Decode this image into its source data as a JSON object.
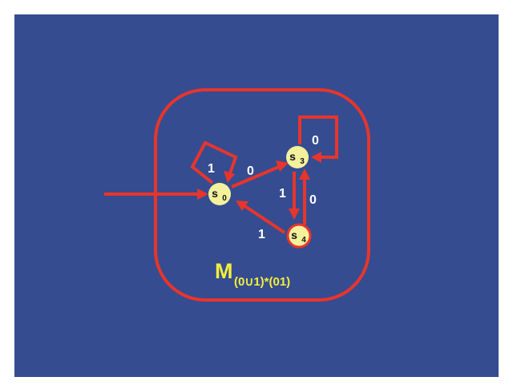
{
  "diagram": {
    "machine_name": {
      "base": "M",
      "subscript": "(0∪1)*(01)"
    },
    "states": {
      "s0": {
        "name": "s",
        "index": "0",
        "accepting": false,
        "start": true
      },
      "s3": {
        "name": "s",
        "index": "3",
        "accepting": false,
        "start": false
      },
      "s4": {
        "name": "s",
        "index": "4",
        "accepting": true,
        "start": false
      }
    },
    "transitions": {
      "s0_self": "1",
      "s0_to_s3": "0",
      "s3_self": "0",
      "s3_to_s4": "1",
      "s4_to_s3": "0",
      "s4_to_s0": "1"
    },
    "colors": {
      "background": "#354c91",
      "edge": "#e8352b",
      "state_fill": "#f3f19c",
      "title": "#f3ee3c",
      "label": "#ffffff"
    }
  }
}
